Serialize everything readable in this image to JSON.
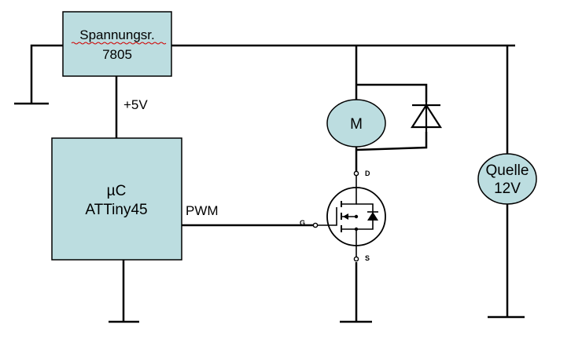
{
  "regulator": {
    "line1": "Spannungsr.",
    "line2": "7805"
  },
  "supply_label": "+5V",
  "mcu": {
    "line1": "µC",
    "line2": "ATTiny45"
  },
  "pwm_label": "PWM",
  "motor_label": "M",
  "source": {
    "line1": "Quelle",
    "line2": "12V"
  },
  "mosfet_pins": {
    "drain": "D",
    "gate": "G",
    "source": "S"
  },
  "colors": {
    "box_fill": "#bcdde0",
    "wire": "#000000"
  }
}
